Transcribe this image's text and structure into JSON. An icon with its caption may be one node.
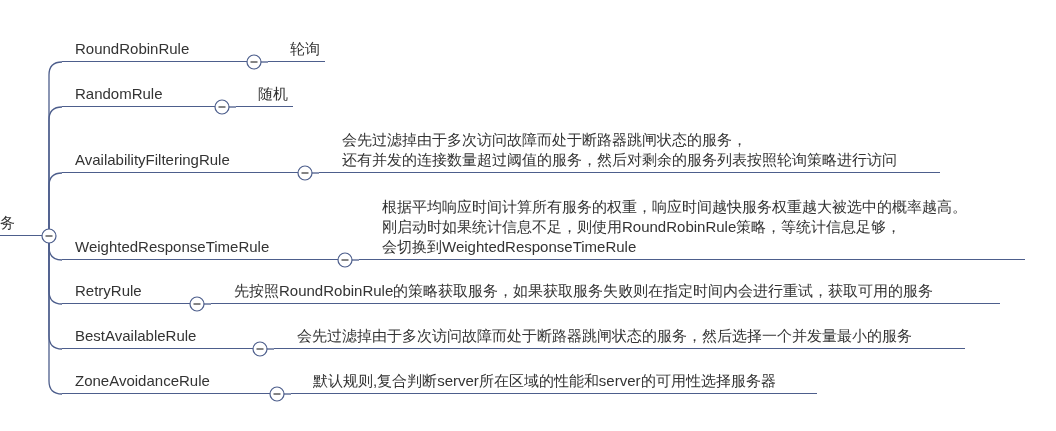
{
  "diagram": {
    "nodes": [
      {
        "text": [
          "务"
        ]
      },
      {
        "text": [
          "RoundRobinRule"
        ]
      },
      {
        "text": [
          "轮询"
        ]
      },
      {
        "text": [
          "RandomRule"
        ]
      },
      {
        "text": [
          "随机"
        ]
      },
      {
        "text": [
          "AvailabilityFilteringRule"
        ]
      },
      {
        "text": [
          "会先过滤掉由于多次访问故障而处于断路器跳闸状态的服务，",
          "还有并发的连接数量超过阈值的服务，然后对剩余的服务列表按照轮询策略进行访问"
        ]
      },
      {
        "text": [
          "WeightedResponseTimeRule"
        ]
      },
      {
        "text": [
          "根据平均响应时间计算所有服务的权重，响应时间越快服务权重越大被选中的概率越高。",
          "刚启动时如果统计信息不足，则使用RoundRobinRule策略，等统计信息足够，",
          "会切换到WeightedResponseTimeRule"
        ]
      },
      {
        "text": [
          "RetryRule"
        ]
      },
      {
        "text": [
          "先按照RoundRobinRule的策略获取服务，如果获取服务失败则在指定时间内会进行重试，获取可用的服务"
        ]
      },
      {
        "text": [
          "BestAvailableRule"
        ]
      },
      {
        "text": [
          "会先过滤掉由于多次访问故障而处于断路器跳闸状态的服务，然后选择一个并发量最小的服务"
        ]
      },
      {
        "text": [
          "ZoneAvoidanceRule"
        ]
      },
      {
        "text": [
          "默认规则,复合判断server所在区域的性能和server的可用性选择服务器"
        ]
      }
    ],
    "edges": [
      {
        "from": 0,
        "to": 1,
        "arrow": "none"
      },
      {
        "from": 1,
        "to": 2,
        "arrow": "none"
      },
      {
        "from": 0,
        "to": 3,
        "arrow": "none"
      },
      {
        "from": 3,
        "to": 4,
        "arrow": "none"
      },
      {
        "from": 0,
        "to": 5,
        "arrow": "none"
      },
      {
        "from": 5,
        "to": 6,
        "arrow": "none"
      },
      {
        "from": 0,
        "to": 7,
        "arrow": "none"
      },
      {
        "from": 7,
        "to": 8,
        "arrow": "none"
      },
      {
        "from": 0,
        "to": 9,
        "arrow": "none"
      },
      {
        "from": 9,
        "to": 10,
        "arrow": "none"
      },
      {
        "from": 0,
        "to": 11,
        "arrow": "none"
      },
      {
        "from": 11,
        "to": 12,
        "arrow": "none"
      },
      {
        "from": 0,
        "to": 13,
        "arrow": "none"
      },
      {
        "from": 13,
        "to": 14,
        "arrow": "none"
      }
    ]
  }
}
